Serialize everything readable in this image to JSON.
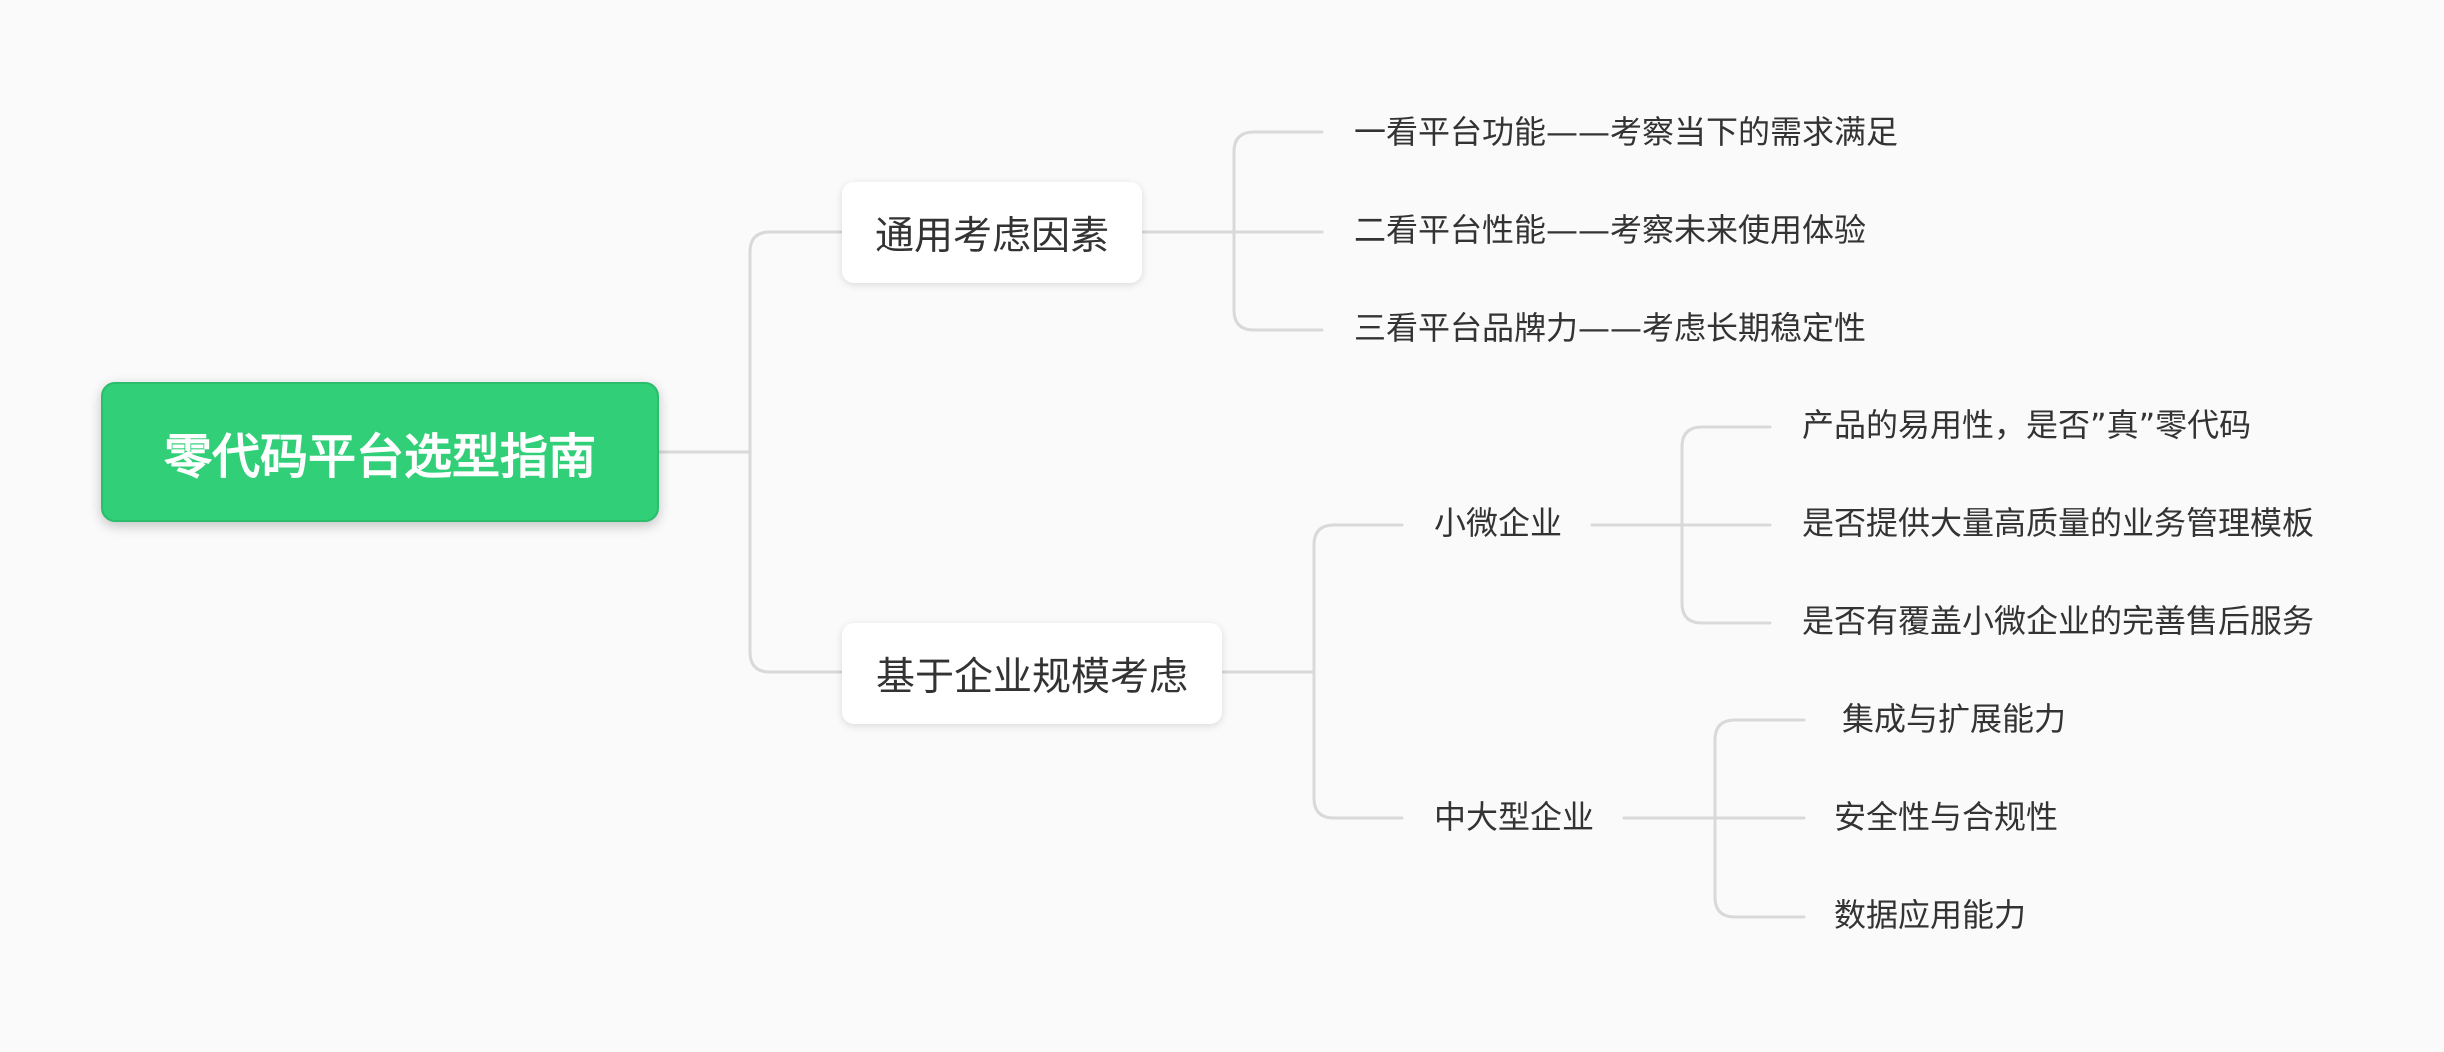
{
  "mindmap": {
    "root": {
      "label": "零代码平台选型指南"
    },
    "branches": [
      {
        "label": "通用考虑因素",
        "children": [
          {
            "label": "一看平台功能——考察当下的需求满足"
          },
          {
            "label": "二看平台性能——考察未来使用体验"
          },
          {
            "label": "三看平台品牌力——考虑长期稳定性"
          }
        ]
      },
      {
        "label": "基于企业规模考虑",
        "children": [
          {
            "label": "小微企业",
            "children": [
              {
                "label": "产品的易用性，是否”真”零代码"
              },
              {
                "label": "是否提供大量高质量的业务管理模板"
              },
              {
                "label": "是否有覆盖小微企业的完善售后服务"
              }
            ]
          },
          {
            "label": "中大型企业",
            "children": [
              {
                "label": "集成与扩展能力"
              },
              {
                "label": "安全性与合规性"
              },
              {
                "label": "数据应用能力"
              }
            ]
          }
        ]
      }
    ]
  },
  "colors": {
    "root_fill": "#31cf78",
    "connector": "#d9d9d9",
    "background": "#fafafa"
  }
}
